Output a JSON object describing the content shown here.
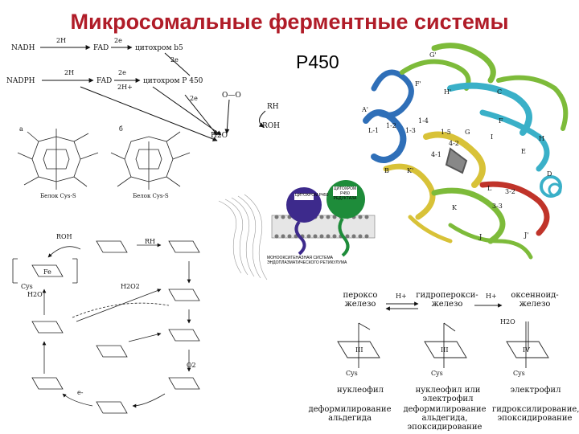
{
  "title": "Микросомальные ферментные системы",
  "subtitle": "P450",
  "chain": {
    "row1": {
      "donor": "NADH",
      "e1": "2H",
      "carrier": "FAD",
      "e2": "2e",
      "acceptor": "цитохром b5"
    },
    "row2": {
      "donor": "NADPH",
      "e1": "2H",
      "carrier": "FAD",
      "e2a": "2e",
      "e2b": "2H+",
      "acceptor": "цитохром P 450"
    },
    "side_2e": "2e",
    "side_2e_b": "2e",
    "oxygen": "O—O",
    "substrate": "RH",
    "product": "ROH",
    "water": "H2O"
  },
  "heme": {
    "label_a": "а",
    "label_b": "б",
    "ligand_a": "Белок Cys-S",
    "ligand_b": "Белок Cys-S"
  },
  "membrane": {
    "purple_label": "ЦИТОХРОМ P450",
    "green_label": "ЦИТОХРОМ P450 РЕДУКТАЗА",
    "note": "МОНООКСИГЕНАЗНАЯ СИСТЕМА ЭНДОПЛАЗМАТИЧЕСКОГО РЕТИКУЛУМА"
  },
  "protein_labels": [
    "G'",
    "F'",
    "H'",
    "A'",
    "C",
    "F",
    "L-1",
    "1-2",
    "1-4",
    "1-3",
    "1-5",
    "G",
    "4-2",
    "4-1",
    "I",
    "H",
    "B",
    "K'",
    "E",
    "D",
    "L",
    "3-2",
    "3-3",
    "K",
    "J",
    "J'"
  ],
  "cycle": {
    "roh": "ROH",
    "rh": "RH",
    "fe": "Fe",
    "cys": "Cys",
    "e": "e-",
    "h2o": "H2O",
    "h2o2": "H2O2",
    "o2": "O2"
  },
  "mechanism": {
    "species": [
      {
        "name": "пероксо\nжелезо",
        "caption": "нуклеофил",
        "reaction": "деформилирование\nальдегида"
      },
      {
        "name": "гидроперокси-\nжелезо",
        "caption": "нуклеофил или\nэлектрофил",
        "reaction": "деформилирование\nальдегида,\nэпоксидирование"
      },
      {
        "name": "оксенноид-\nжелезо",
        "caption": "электрофил",
        "reaction": "гидроксилирование,\nэпоксидирование"
      }
    ],
    "arrow1": "H+",
    "arrow2": "H+",
    "water": "H2O",
    "ox_state_1": "III",
    "ox_state_2": "III",
    "ox_state_3": "IV",
    "cys": "Cys"
  },
  "colors": {
    "title": "#b01c28",
    "purple": "#3d2a8c",
    "green": "#1e8c3a",
    "ribbon_blue": "#2f6fb8",
    "ribbon_yellow": "#d8c238",
    "ribbon_green": "#7dbb3a",
    "ribbon_red": "#c0342a",
    "ribbon_cyan": "#3ab0c8"
  }
}
